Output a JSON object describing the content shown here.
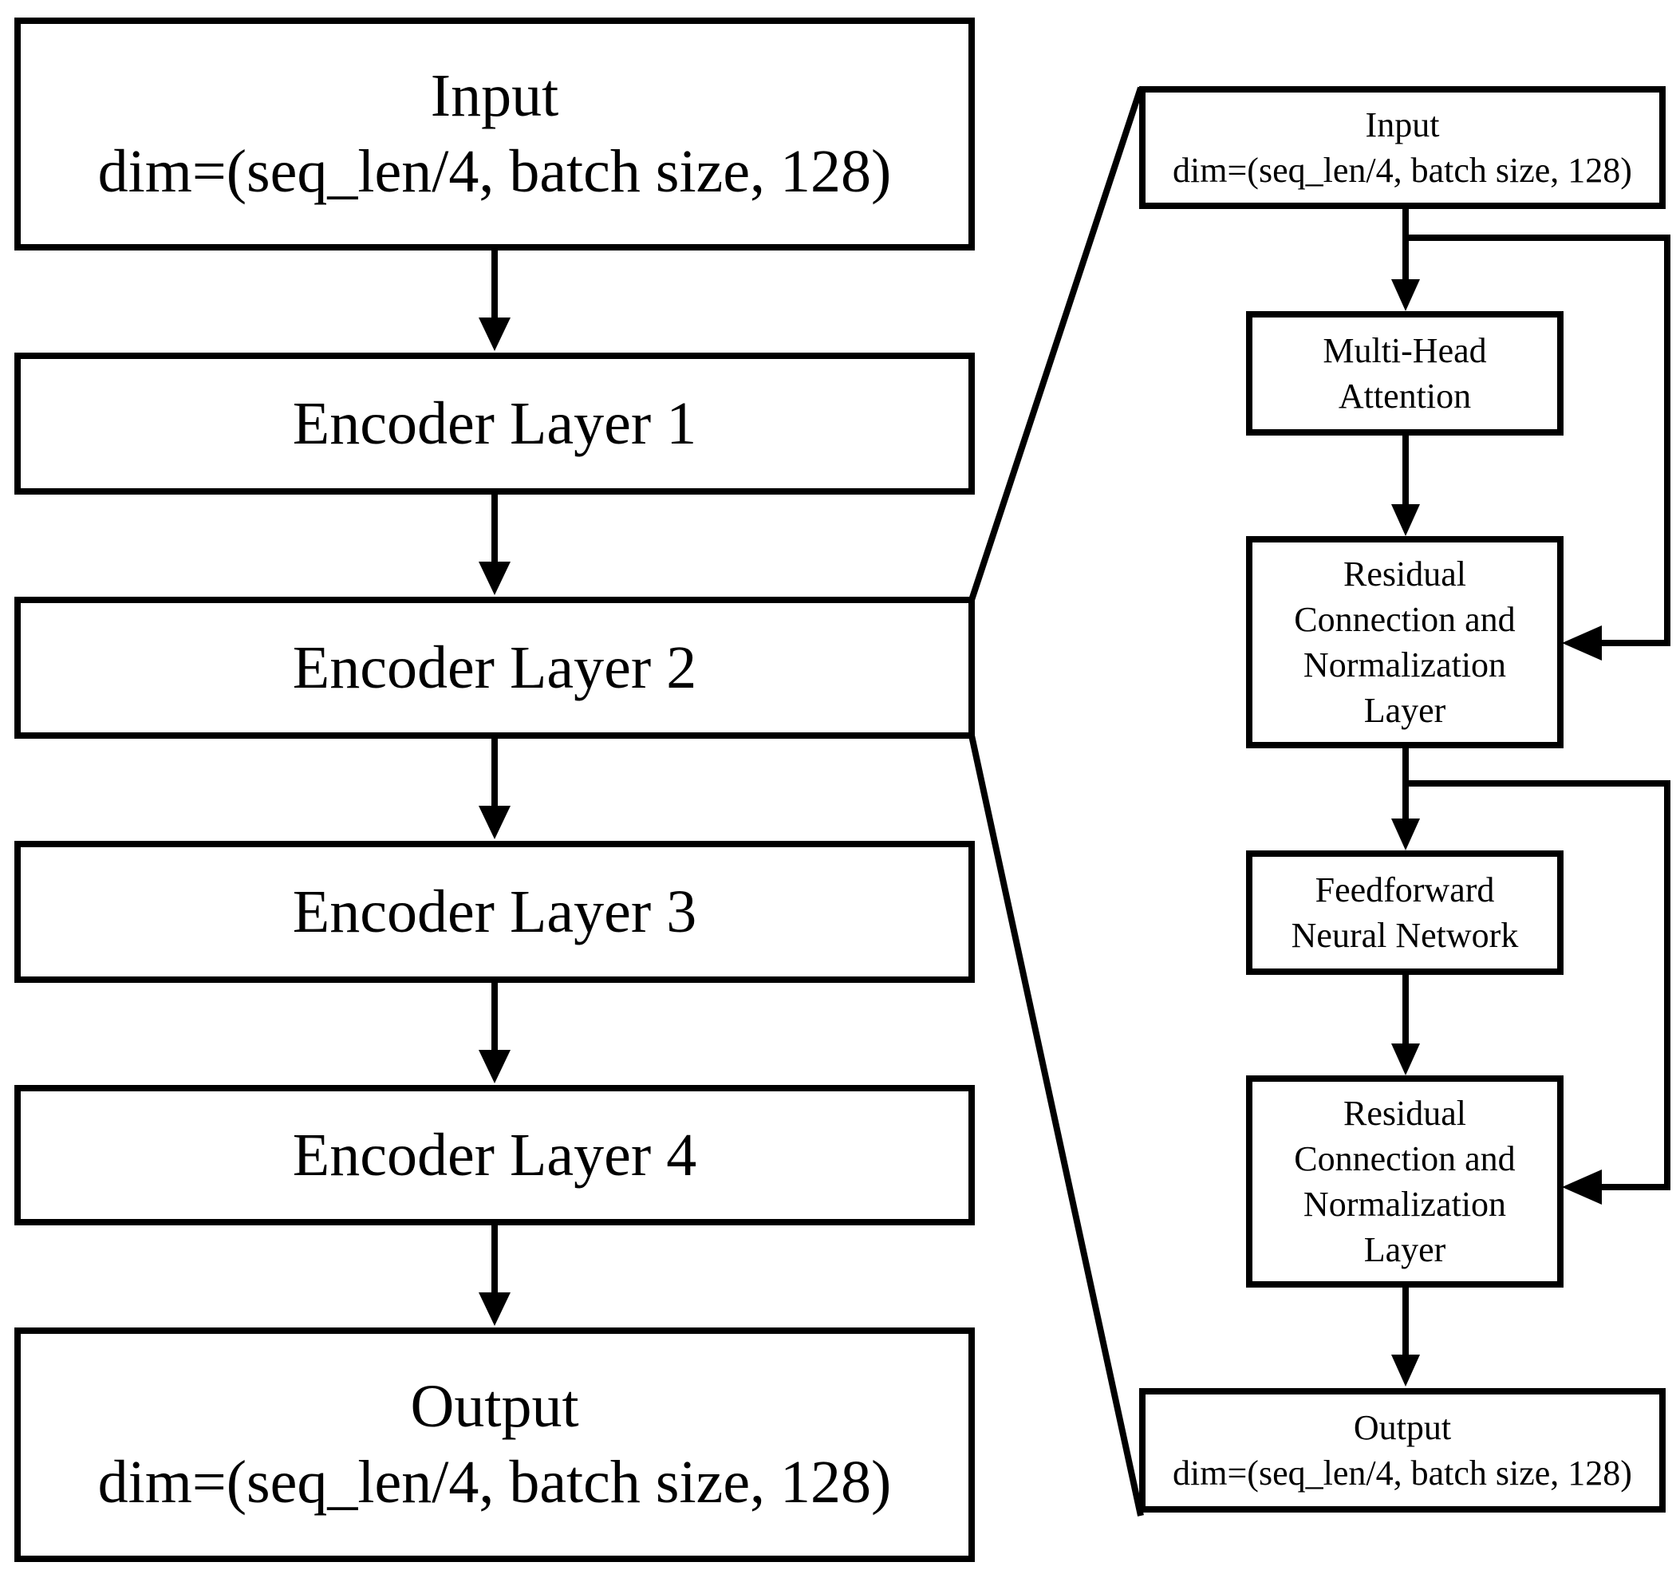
{
  "left_stack": {
    "input": {
      "title": "Input",
      "dim": "dim=(seq_len/4, batch size, 128)"
    },
    "layers": [
      "Encoder Layer 1",
      "Encoder Layer 2",
      "Encoder Layer 3",
      "Encoder Layer 4"
    ],
    "output": {
      "title": "Output",
      "dim": "dim=(seq_len/4, batch size, 128)"
    }
  },
  "encoder_detail": {
    "input": {
      "title": "Input",
      "dim": "dim=(seq_len/4, batch size, 128)"
    },
    "attention": [
      "Multi-Head",
      "Attention"
    ],
    "residual_1": [
      "Residual",
      "Connection and",
      "Normalization",
      "Layer"
    ],
    "feedforward": [
      "Feedforward",
      "Neural Network"
    ],
    "residual_2": [
      "Residual",
      "Connection and",
      "Normalization",
      "Layer"
    ],
    "output": {
      "title": "Output",
      "dim": "dim=(seq_len/4, batch size, 128)"
    }
  }
}
